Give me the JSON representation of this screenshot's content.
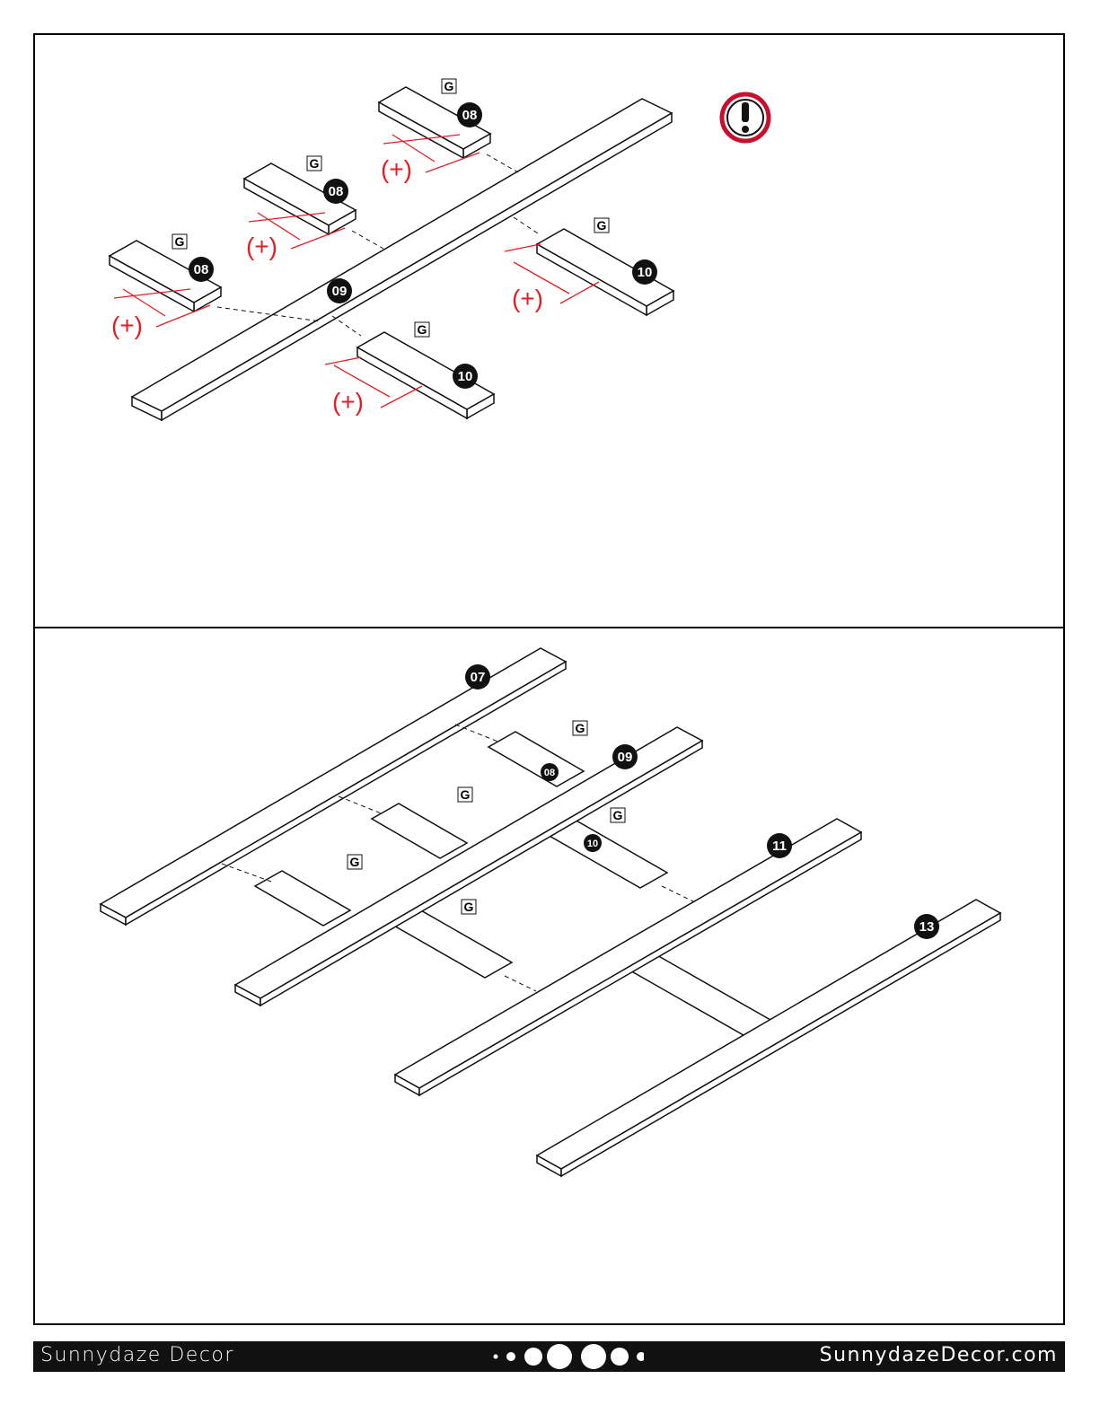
{
  "footer": {
    "brand": "Sunnydaze Decor",
    "website": "SunnydazeDecor.com"
  },
  "colors": {
    "accent_red": "#e31e24",
    "warning_red": "#c8102e",
    "ink": "#111111"
  },
  "top_step": {
    "hardware_label": "G",
    "adjust_label": "(+)",
    "parts": {
      "bracket_a": "08",
      "rail": "09",
      "bracket_b": "10"
    },
    "warning_icon": "exclamation-warning-icon"
  },
  "bottom_step": {
    "hardware_label": "G",
    "parts": {
      "rail_a": "07",
      "bracket_a": "08",
      "rail_b": "09",
      "bracket_b": "10",
      "rail_c": "11",
      "rail_d": "13"
    }
  }
}
